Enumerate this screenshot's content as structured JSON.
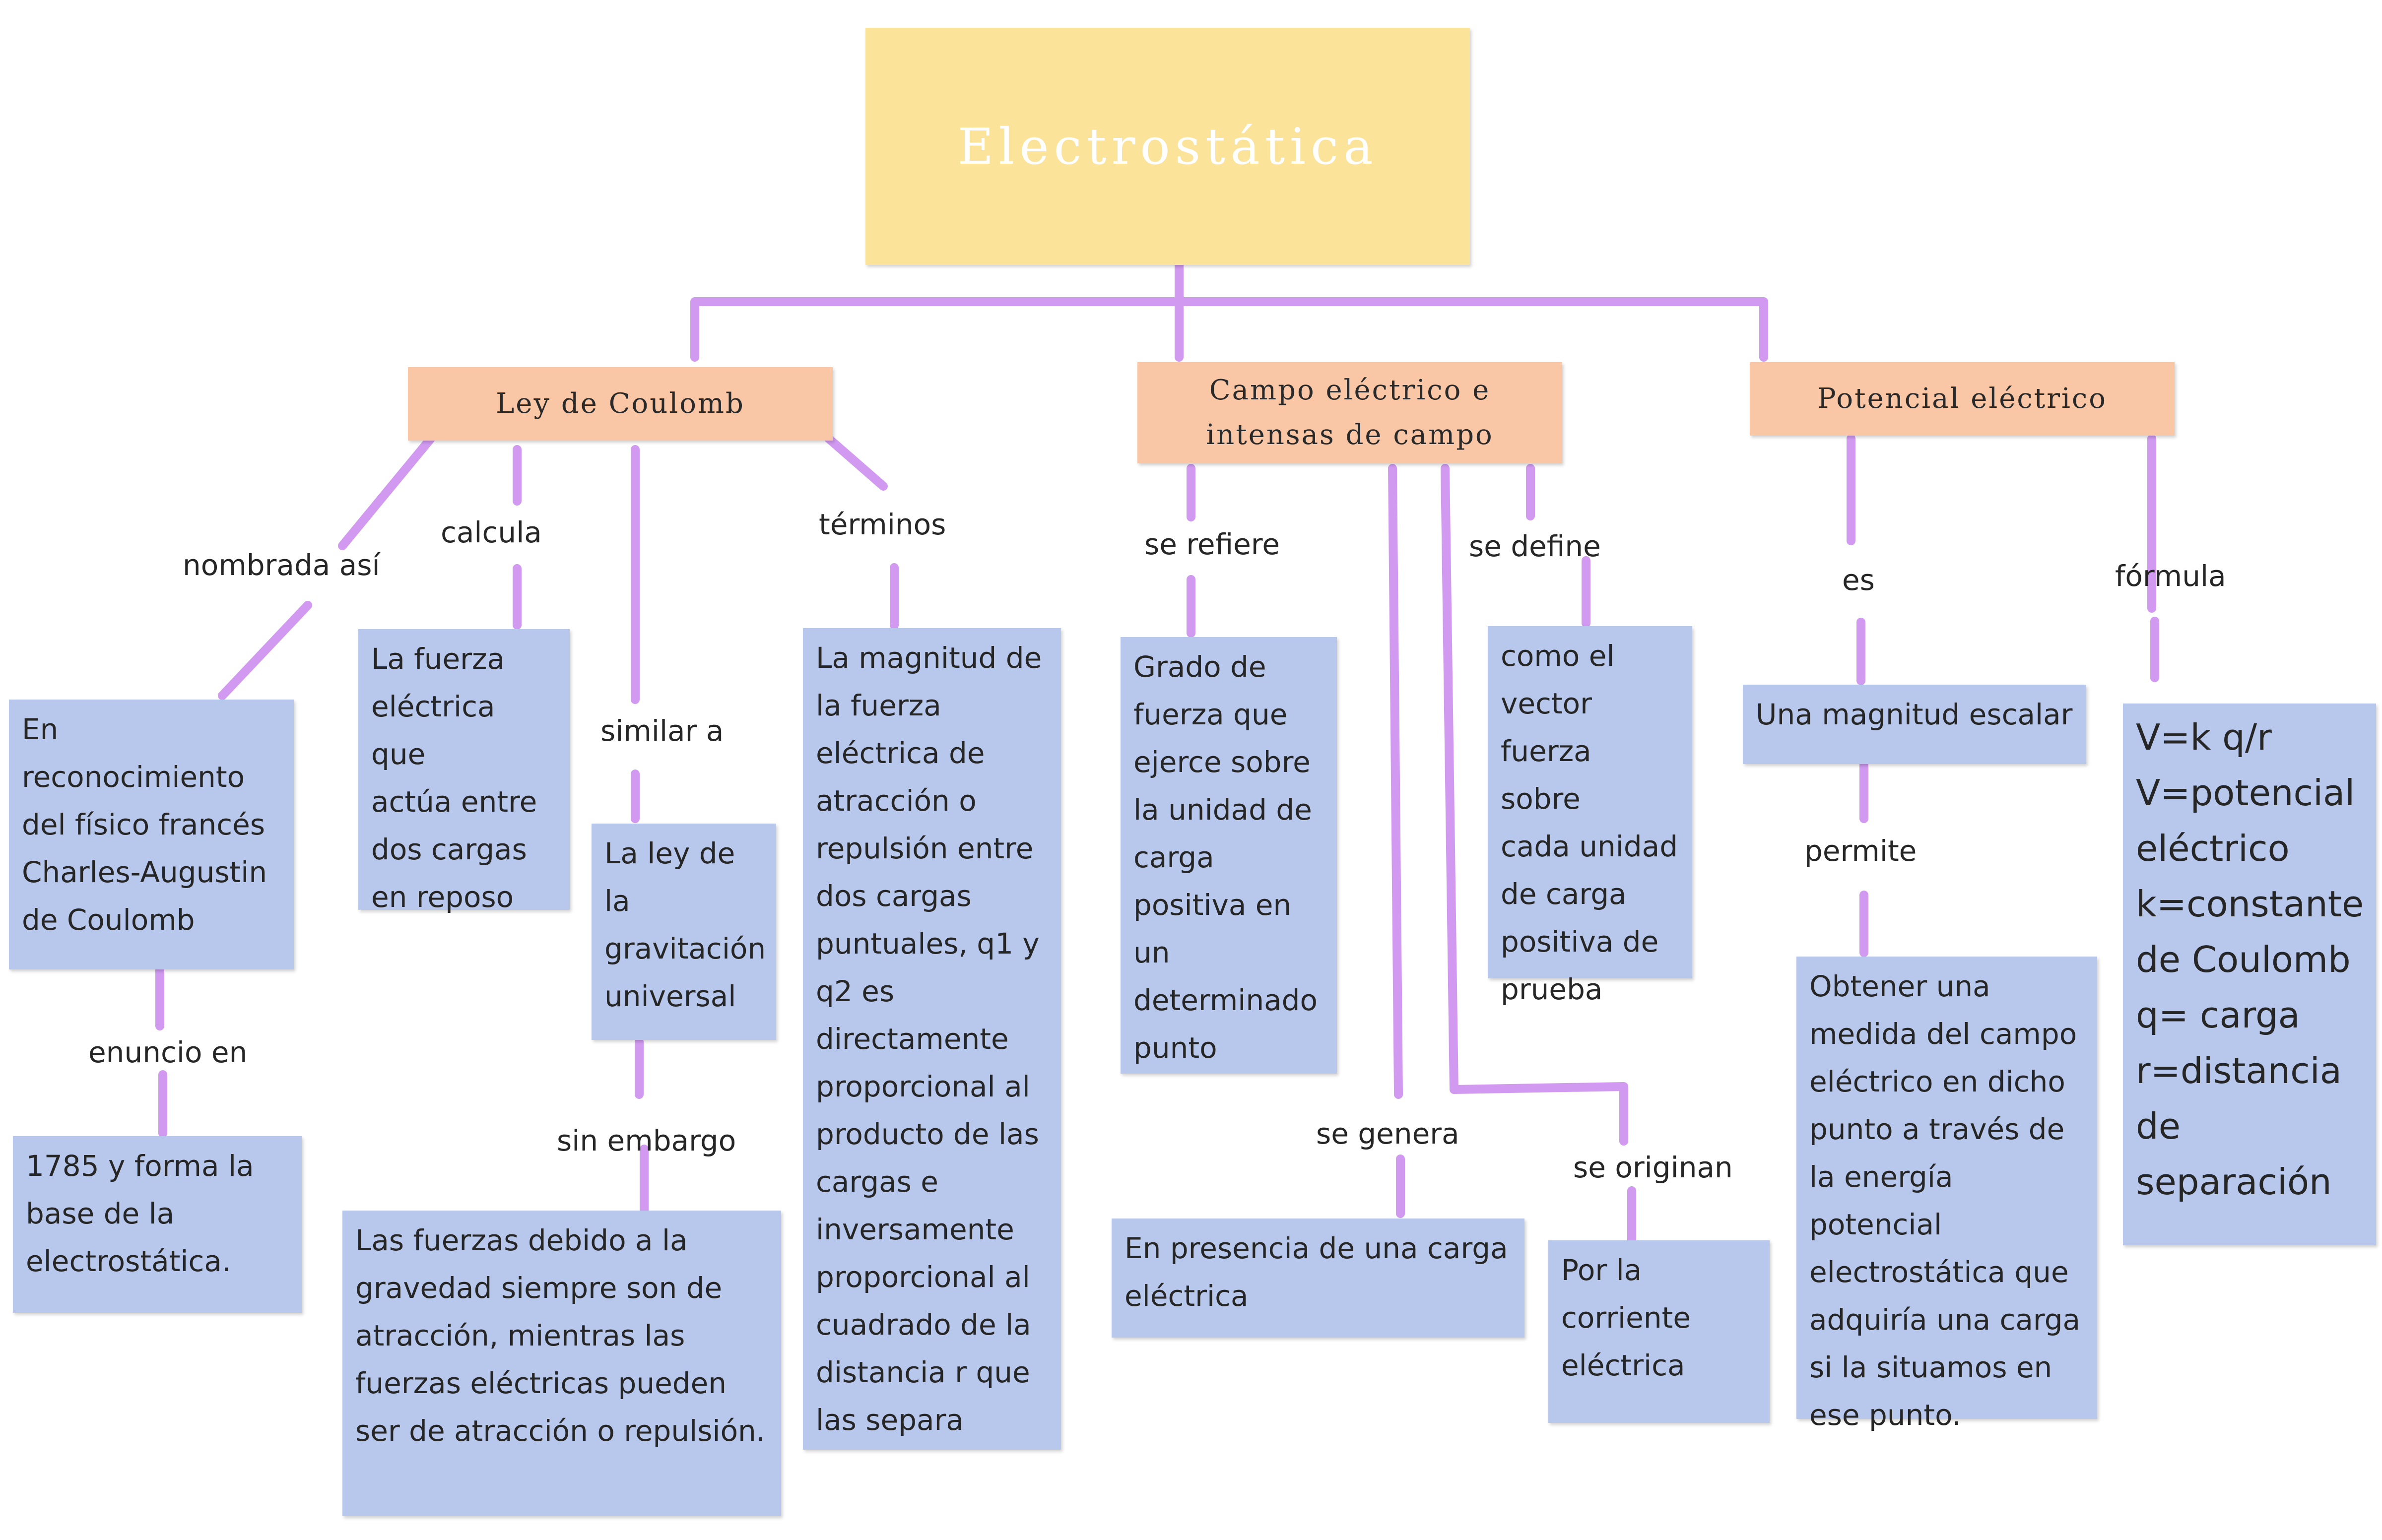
{
  "root": {
    "title": "Electrostática"
  },
  "topics": {
    "coulomb": "Ley de Coulomb",
    "campo": "Campo eléctrico e\nintensas de campo",
    "potencial": "Potencial eléctrico"
  },
  "labels": {
    "nombrada": "nombrada así",
    "calcula": "calcula",
    "terminos": "términos",
    "similar": "similar a",
    "enuncio": "enuncio en",
    "sin_embargo": "sin embargo",
    "se_refiere": "se refiere",
    "se_define": "se define",
    "se_genera": "se genera",
    "se_originan": "se originan",
    "es": "es",
    "formula": "fórmula",
    "permite": "permite"
  },
  "leaves": {
    "reconocimiento": "En\nreconocimiento\ndel físico francés\nCharles-Augustin\nde Coulomb",
    "fuerza": "La fuerza\neléctrica que\nactúa entre\ndos cargas\nen reposo",
    "gravitacion": "La ley de\nla\ngravitación\nuniversal",
    "magnitud": "La magnitud de\nla fuerza\neléctrica de\natracción o\nrepulsión entre\ndos cargas\npuntuales, q1 y\nq2 es\ndirectamente\nproporcional al\nproducto de las\ncargas e\ninversamente\nproporcional al\ncuadrado de la\ndistancia r que\nlas separa",
    "anio": "1785 y forma la\nbase de la\nelectrostática.",
    "gravedad": "Las fuerzas debido a la\ngravedad siempre son de\natracción, mientras las\nfuerzas eléctricas pueden\nser de atracción o repulsión.",
    "grado": "Grado de\nfuerza que\nejerce sobre\nla unidad de\ncarga\npositiva en\nun\ndeterminado\npunto",
    "vector": "como el\nvector\nfuerza sobre\ncada unidad\nde carga\npositiva de\nprueba",
    "presencia": "En presencia de una carga\neléctrica",
    "corriente": "Por la\ncorriente\neléctrica",
    "escalar": "Una magnitud escalar",
    "obtener": "Obtener una\nmedida del campo\neléctrico en dicho\npunto a través de\nla energía potencial\nelectrostática que\nadquiría una carga\nsi la situamos en\nese punto.",
    "formula_texto": "V=k q/r\nV=potencial\neléctrico\nk=constante\nde Coulomb\nq= carga\nr=distancia de\nseparación"
  },
  "colors": {
    "connector": "#d19af0",
    "root": "#fbe49a",
    "topic": "#f9c7a6",
    "leaf": "#b7c8ec"
  }
}
